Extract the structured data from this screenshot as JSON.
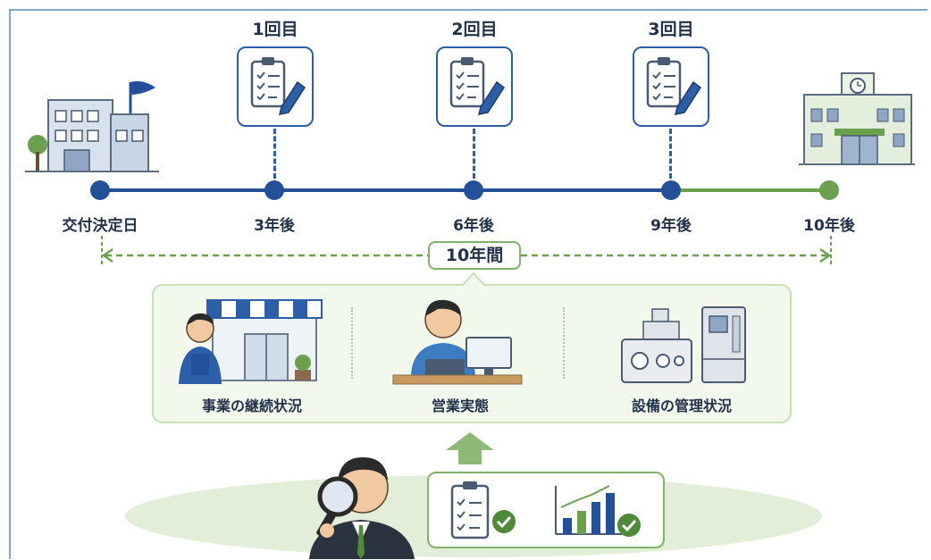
{
  "visits": [
    {
      "label": "1回目"
    },
    {
      "label": "2回目"
    },
    {
      "label": "3回目"
    }
  ],
  "timeline": [
    {
      "label": "交付決定日",
      "color": "#24509a"
    },
    {
      "label": "3年後",
      "color": "#24509a"
    },
    {
      "label": "6年後",
      "color": "#24509a"
    },
    {
      "label": "9年後",
      "color": "#24509a"
    },
    {
      "label": "10年後",
      "color": "#6aa04e"
    }
  ],
  "period": {
    "label": "10年間"
  },
  "items": [
    {
      "label": "事業の継続状況",
      "icon": "shop-owner-icon"
    },
    {
      "label": "営業実態",
      "icon": "office-worker-icon"
    },
    {
      "label": "設備の管理状況",
      "icon": "equipment-icon"
    }
  ],
  "colors": {
    "primary": "#24509a",
    "accent": "#6aa04e",
    "panel": "#f3f8ec"
  }
}
